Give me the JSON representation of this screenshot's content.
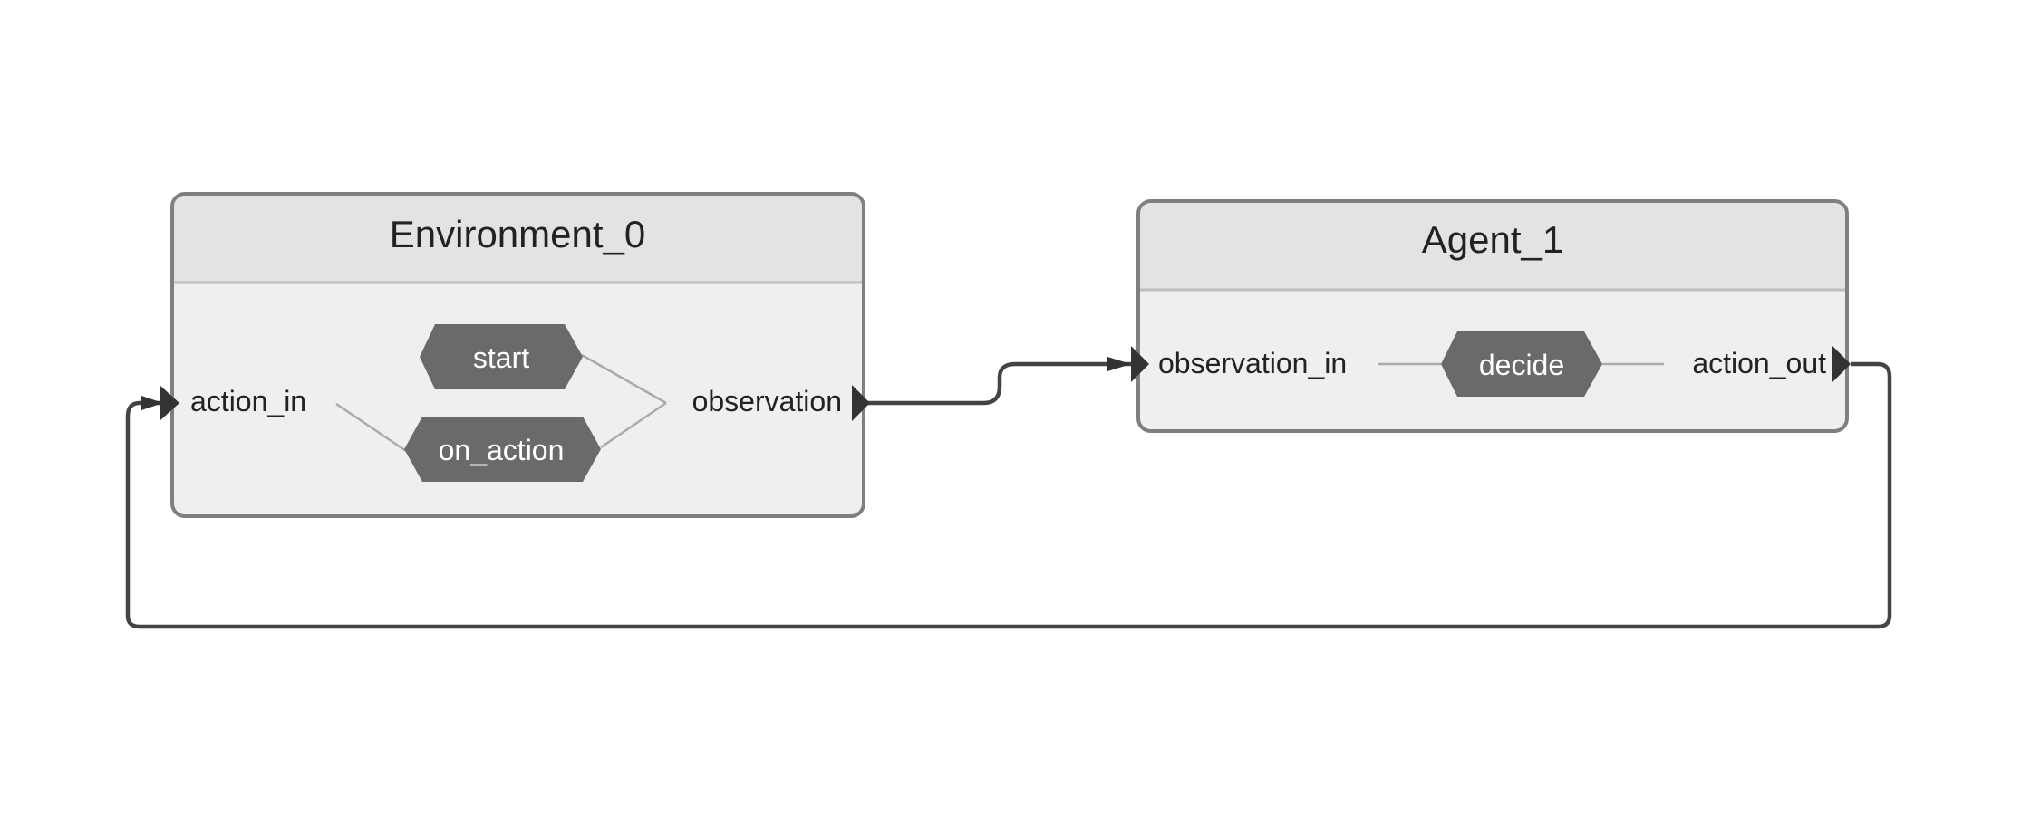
{
  "colors": {
    "box_border": "#7f7f7f",
    "box_header": "#e3e3e3",
    "box_body": "#efefef",
    "divider": "#bdbdbd",
    "func_fill": "#6a6a6a",
    "func_text": "#ffffff",
    "thin_line": "#aaaaaa",
    "wire": "#444444",
    "arrow": "#333333"
  },
  "nodes": {
    "environment": {
      "title": "Environment_0",
      "input_port": "action_in",
      "output_port": "observation",
      "functions": [
        "start",
        "on_action"
      ]
    },
    "agent": {
      "title": "Agent_1",
      "input_port": "observation_in",
      "output_port": "action_out",
      "functions": [
        "decide"
      ]
    }
  },
  "connections": [
    {
      "from": "Environment_0.observation",
      "to": "Agent_1.observation_in"
    },
    {
      "from": "Agent_1.action_out",
      "to": "Environment_0.action_in"
    }
  ]
}
